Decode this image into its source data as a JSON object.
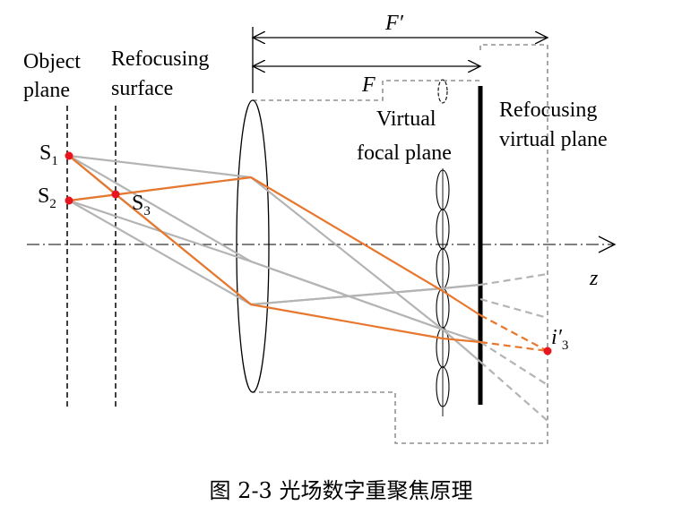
{
  "labels": {
    "object_plane_1": "Object",
    "object_plane_2": "plane",
    "refocusing_surface_1": "Refocusing",
    "refocusing_surface_2": "surface",
    "virtual_focal_1": "Virtual",
    "virtual_focal_2": "focal plane",
    "refocusing_virtual_1": "Refocusing",
    "refocusing_virtual_2": "virtual  plane",
    "f_prime": "F′",
    "f": "F",
    "z": "z",
    "s1_main": "S",
    "s1_sub": "1",
    "s2_main": "S",
    "s2_sub": "2",
    "s3_main": "S",
    "s3_sub": "3",
    "i3_main": "i′",
    "i3_sub": "3"
  },
  "caption": "图 2-3  光场数字重聚焦原理",
  "colors": {
    "orange_ray": "#e8772e",
    "gray_ray": "#b4b4b4",
    "point": "#e8141e",
    "dashed_gray": "#7a7a7a"
  }
}
